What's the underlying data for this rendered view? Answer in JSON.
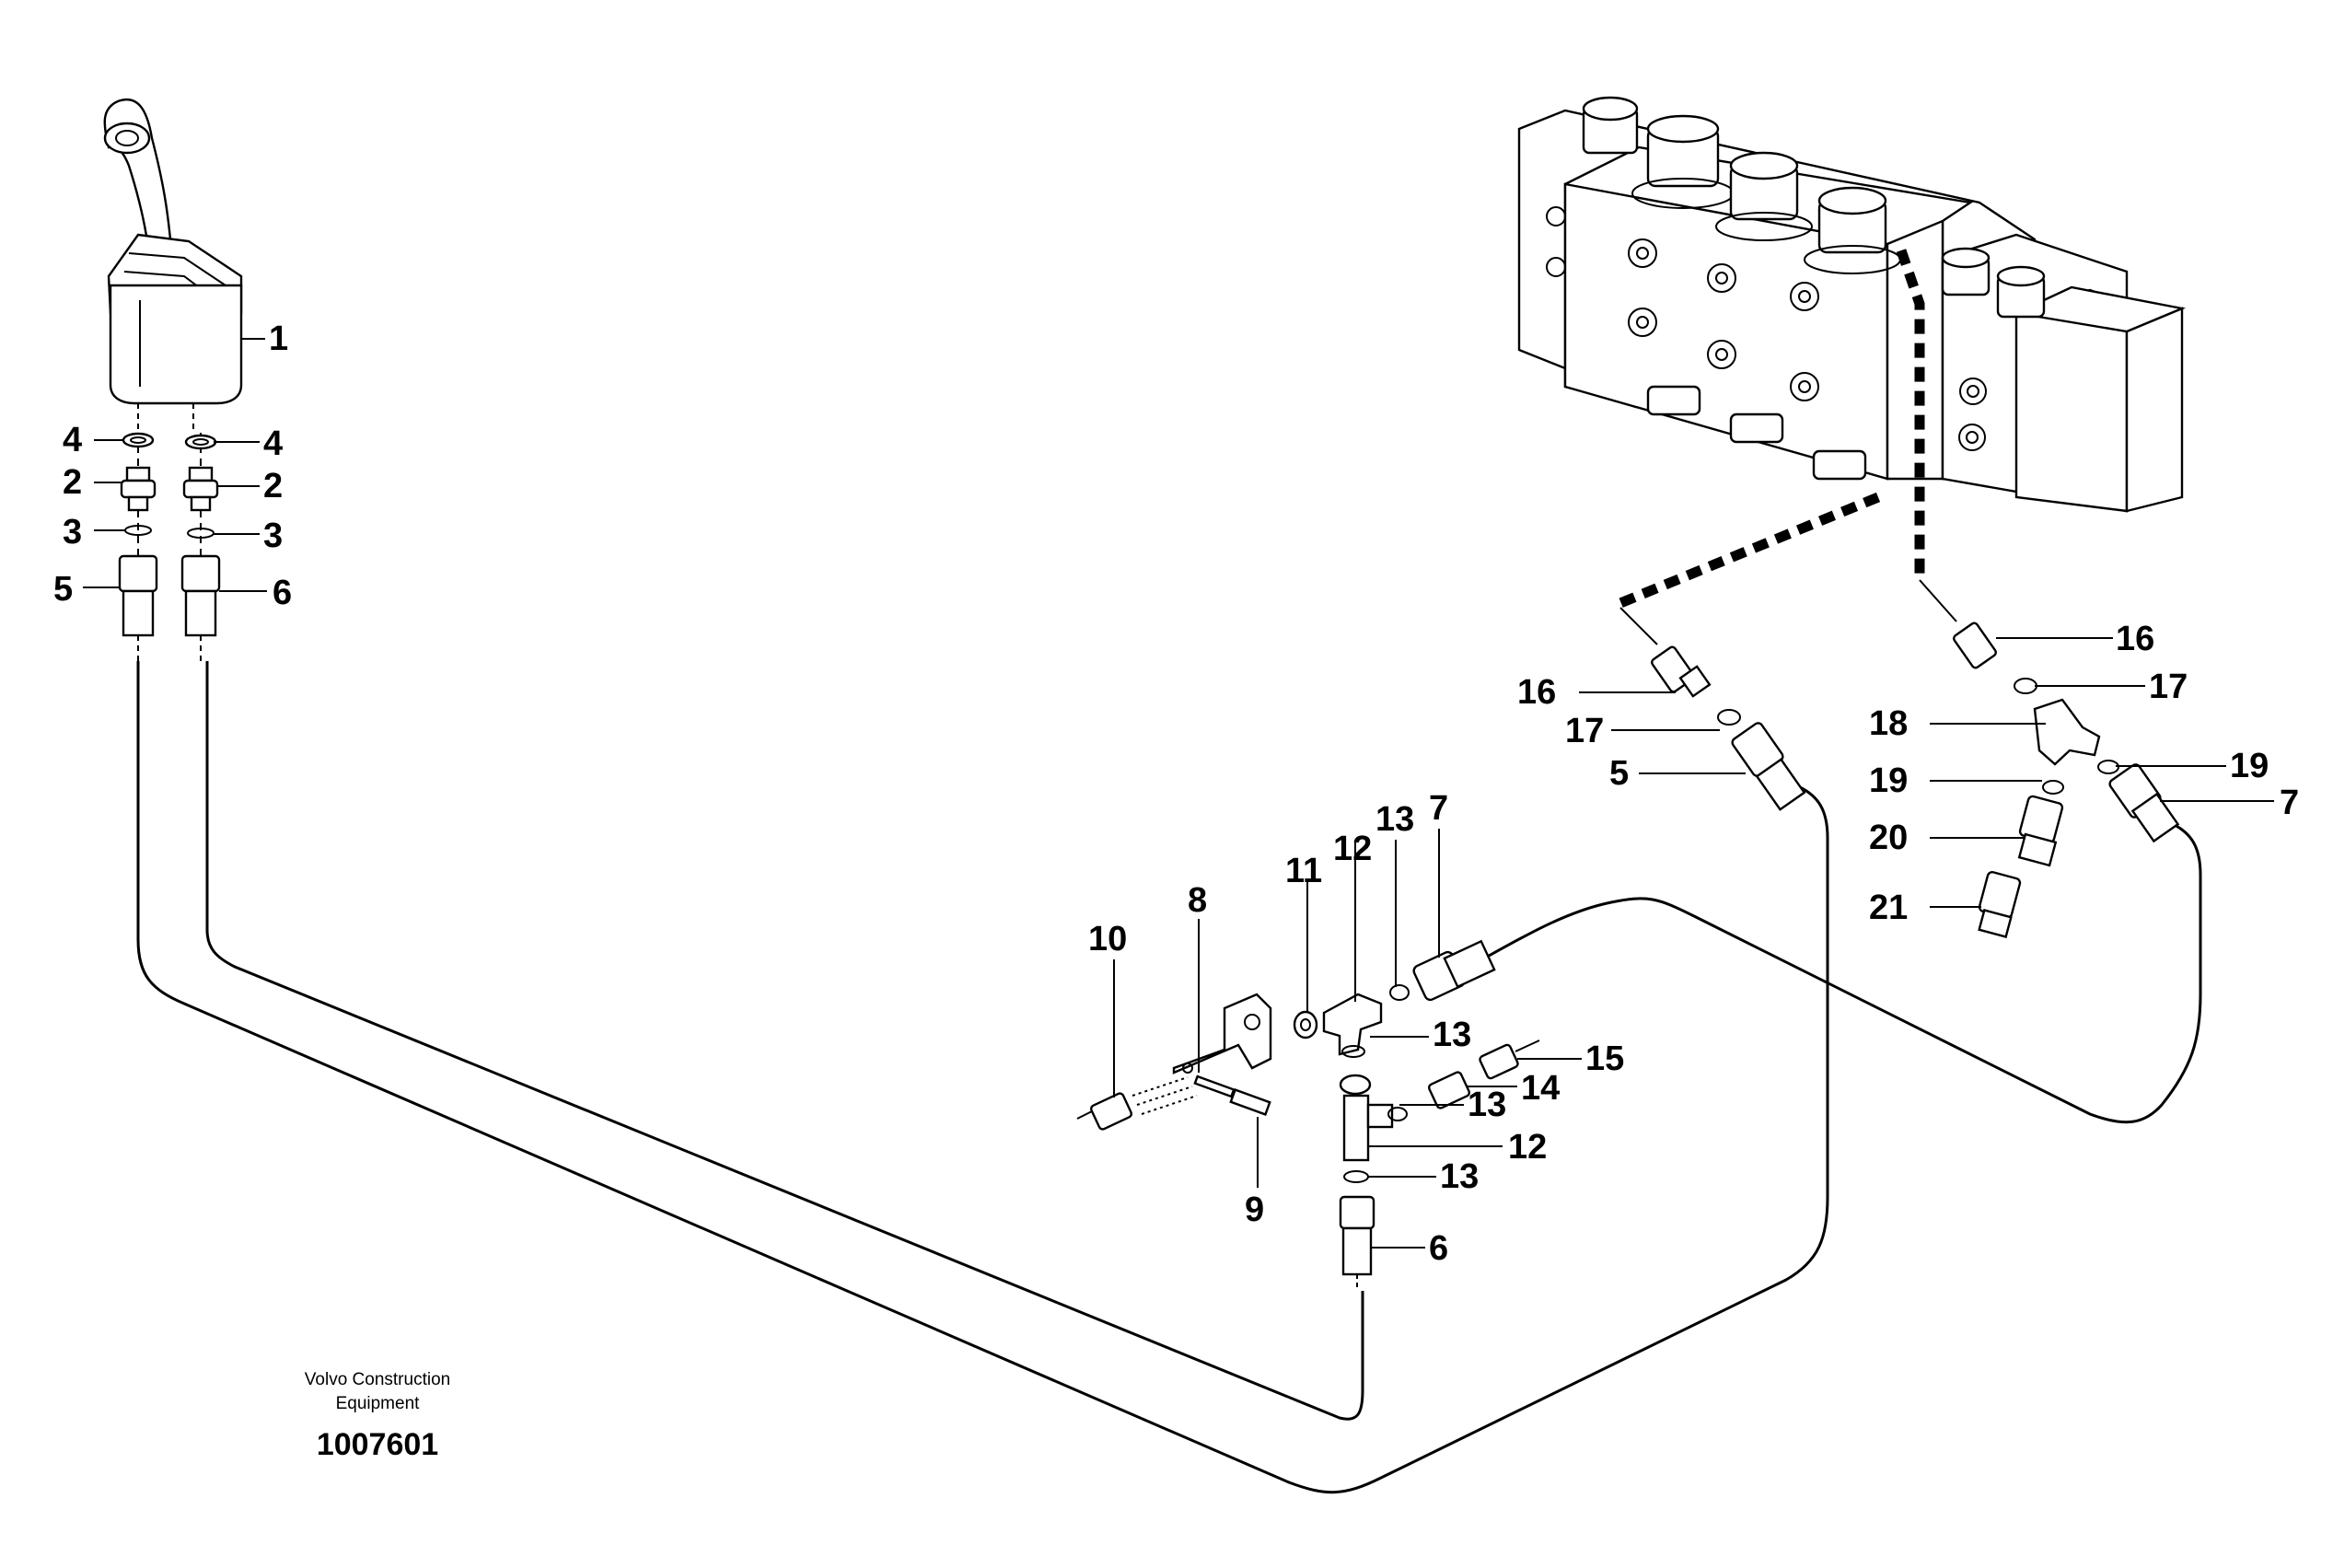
{
  "callouts": {
    "c1": "1",
    "c4a": "4",
    "c4b": "4",
    "c2a": "2",
    "c2b": "2",
    "c3a": "3",
    "c3b": "3",
    "c5a": "5",
    "c6a": "6",
    "c16a": "16",
    "c17a": "17",
    "c5b": "5",
    "c16b": "16",
    "c17b": "17",
    "c18": "18",
    "c19a": "19",
    "c19b": "19",
    "c7a": "7",
    "c20": "20",
    "c21": "21",
    "c7b": "7",
    "c13a": "13",
    "c12a": "12",
    "c11": "11",
    "c8": "8",
    "c10": "10",
    "c13b": "13",
    "c15": "15",
    "c14": "14",
    "c13c": "13",
    "c12b": "12",
    "c13d": "13",
    "c9": "9",
    "c6b": "6"
  },
  "footer": {
    "brand_line1": "Volvo Construction",
    "brand_line2": "Equipment",
    "doc_id": "1007601"
  },
  "icons": {
    "joystick": "joystick-control-icon",
    "valve_block": "control-valve-block-icon"
  }
}
